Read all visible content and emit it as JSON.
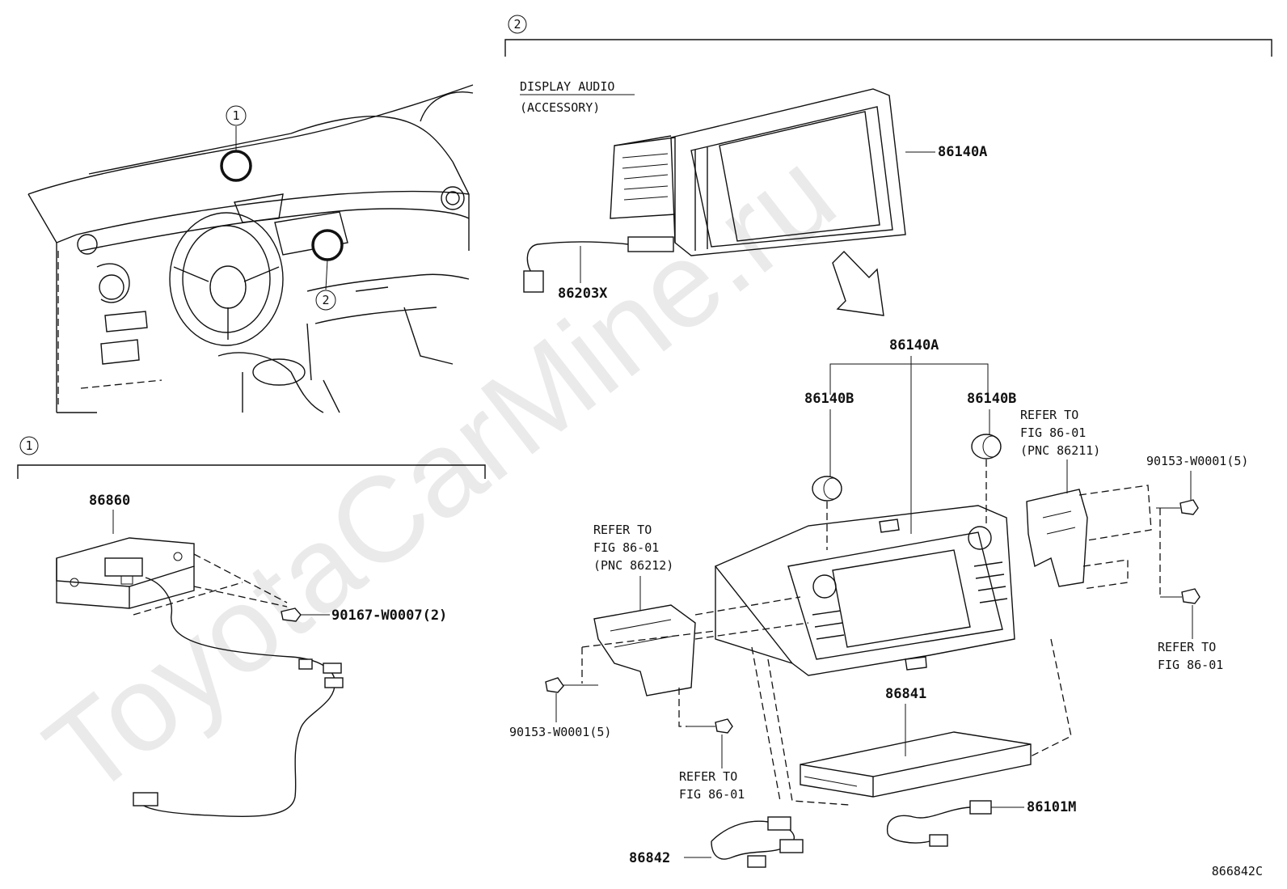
{
  "section_1": {
    "marker": "1"
  },
  "section_2": {
    "marker": "2"
  },
  "callouts": {
    "c1": "1",
    "c2": "2"
  },
  "display_audio": {
    "line1": "DISPLAY AUDIO",
    "line2": "(ACCESSORY)"
  },
  "parts": {
    "p86140A_top": "86140A",
    "p86203X": "86203X",
    "p86140A_center": "86140A",
    "p86140B_left": "86140B",
    "p86140B_right": "86140B",
    "p86860": "86860",
    "p90167": "90167-W0007(2)",
    "p90153_right": "90153-W0001(5)",
    "p90153_left": "90153-W0001(5)",
    "p86841": "86841",
    "p86101M": "86101M",
    "p86842": "86842"
  },
  "refs": {
    "r_right_top": {
      "l1": "REFER TO",
      "l2": "FIG 86-01",
      "l3": "(PNC 86211)"
    },
    "r_left_top": {
      "l1": "REFER TO",
      "l2": "FIG 86-01",
      "l3": "(PNC 86212)"
    },
    "r_right_bottom": {
      "l1": "REFER TO",
      "l2": "FIG 86-01"
    },
    "r_left_bottom": {
      "l1": "REFER TO",
      "l2": "FIG 86-01"
    }
  },
  "watermark": "ToyotaCarMine.ru",
  "figure_code": "866842C"
}
